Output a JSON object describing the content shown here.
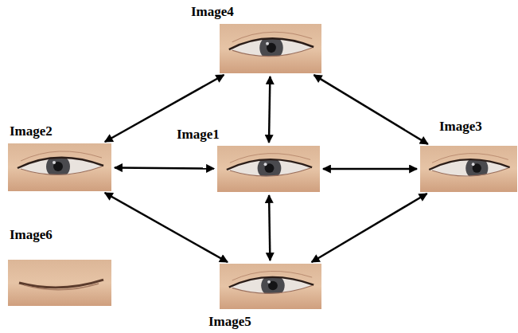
{
  "diagram": {
    "nodes": [
      {
        "text": [
          "Image4"
        ]
      },
      {
        "text": [
          "Image2"
        ]
      },
      {
        "text": [
          "Image1"
        ]
      },
      {
        "text": [
          "Image3"
        ]
      },
      {
        "text": [
          "Image6"
        ]
      },
      {
        "text": [
          "Image5"
        ]
      }
    ],
    "edges": [
      {
        "from": 0,
        "to": 1,
        "arrow": "both"
      },
      {
        "from": 0,
        "to": 2,
        "arrow": "both"
      },
      {
        "from": 0,
        "to": 3,
        "arrow": "both"
      },
      {
        "from": 1,
        "to": 2,
        "arrow": "both"
      },
      {
        "from": 2,
        "to": 3,
        "arrow": "both"
      },
      {
        "from": 1,
        "to": 5,
        "arrow": "both"
      },
      {
        "from": 2,
        "to": 5,
        "arrow": "both"
      },
      {
        "from": 3,
        "to": 5,
        "arrow": "both"
      }
    ]
  }
}
